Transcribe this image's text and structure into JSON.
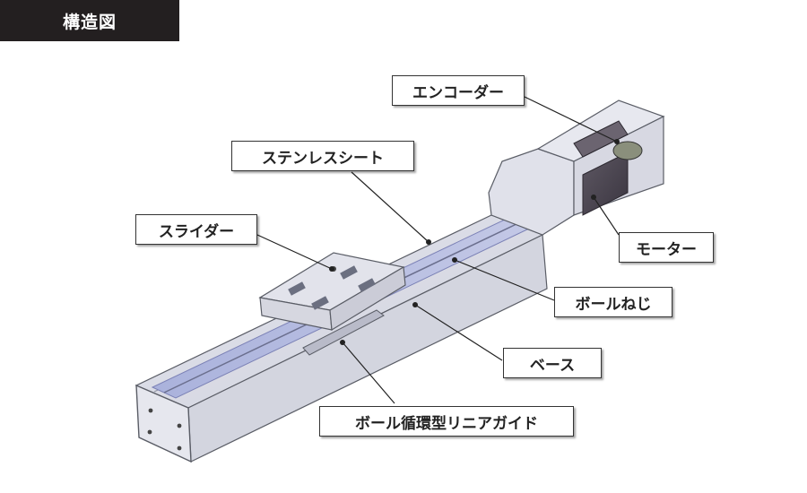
{
  "header": {
    "title": "構造図"
  },
  "labels": {
    "encoder": "エンコーダー",
    "stainless_sheet": "ステンレスシート",
    "slider": "スライダー",
    "motor": "モーター",
    "ball_screw": "ボールねじ",
    "base": "ベース",
    "linear_guide": "ボール循環型リニアガイド"
  },
  "colors": {
    "header_bg": "#231f20",
    "body_fill": "#dcdde6",
    "rail_fill": "#b8bedf",
    "outline": "#5a5d66",
    "motor_fill": "#4a4450"
  }
}
